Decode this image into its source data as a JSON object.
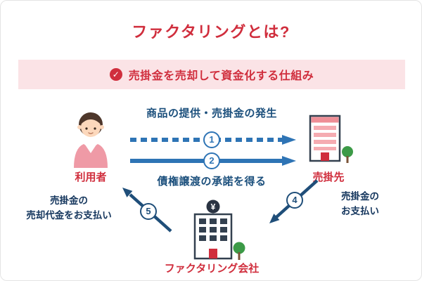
{
  "title": "ファクタリングとは?",
  "banner": {
    "text": "売掛金を売却して資金化する仕組み"
  },
  "icons": {
    "check": "✓",
    "yen": "¥"
  },
  "entities": {
    "user": "利用者",
    "customer": "売掛先",
    "factoring": "ファクタリング会社"
  },
  "steps": {
    "s1": {
      "num": "1",
      "label": "商品の提供・売掛金の発生"
    },
    "s2": {
      "num": "2",
      "label": "債権譲渡の承諾を得る"
    },
    "s4": {
      "num": "4",
      "line1": "売掛金の",
      "line2": "お支払い"
    },
    "s5": {
      "num": "5",
      "line1": "売掛金の",
      "line2": "売却代金をお支払い"
    }
  },
  "colors": {
    "accent_red": "#d02e3d",
    "banner_bg": "#fbe3e6",
    "arrow_blue": "#2e74b5",
    "arrow_navy": "#1f4e79",
    "text_navy": "#1b4f7c",
    "tree_green": "#3c9a47"
  }
}
